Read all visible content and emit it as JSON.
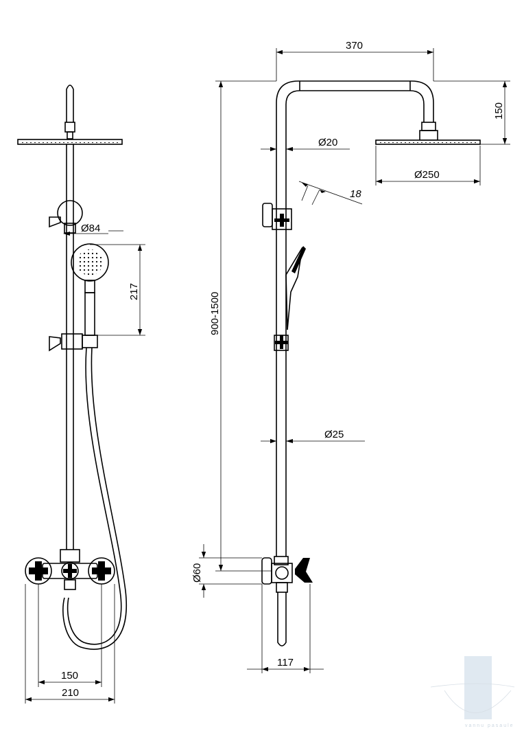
{
  "front_view": {
    "dims": {
      "hand_shower_diameter": "Ø84",
      "hand_shower_height": "217",
      "valve_centers": "150",
      "overall_width": "210"
    }
  },
  "side_view": {
    "dims": {
      "arm_reach": "370",
      "head_height": "150",
      "arm_tube_diameter": "Ø20",
      "head_diameter": "Ø250",
      "hand_shower_thickness": "18",
      "height_range": "900-1500",
      "riser_diameter": "Ø25",
      "valve_height": "Ø60",
      "valve_depth": "117"
    }
  },
  "watermark": {
    "text": "vannu pasaule",
    "color": "#c7d3de"
  }
}
